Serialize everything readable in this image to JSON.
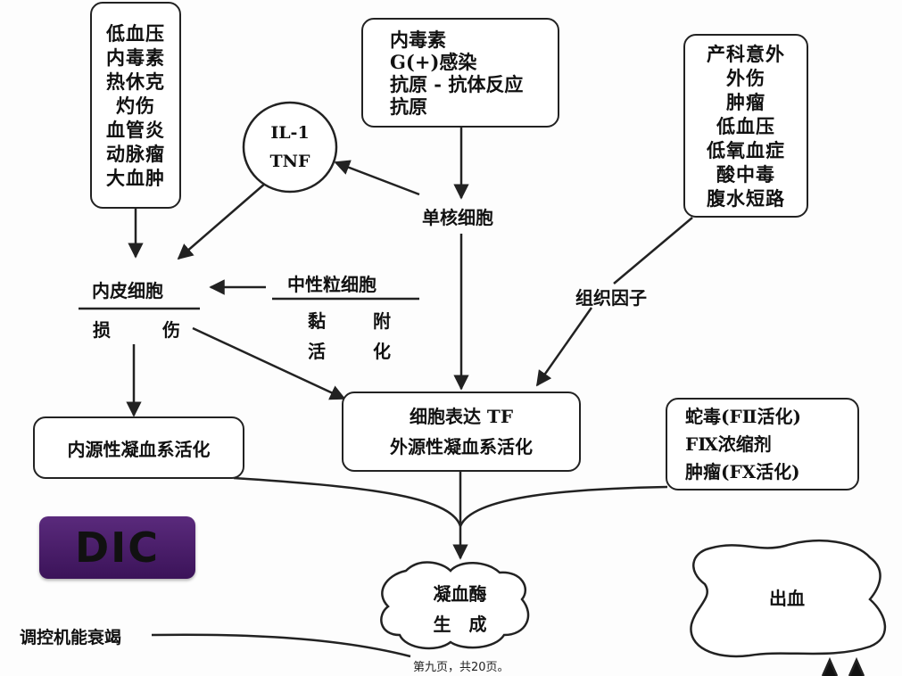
{
  "causes_left": [
    "低血压",
    "内毒素",
    "热休克",
    "灼伤",
    "血管炎",
    "动脉瘤",
    "大血肿"
  ],
  "causes_top": [
    "内毒素",
    "G(+)感染",
    "抗原 - 抗体反应",
    "抗原"
  ],
  "causes_right": [
    "产科意外",
    "外伤",
    "肿瘤",
    "低血压",
    "低氧血症",
    "酸中毒",
    "腹水短路"
  ],
  "cytokine": {
    "line1": "IL-1",
    "line2": "TNF"
  },
  "monocyte": "单核细胞",
  "endothelial": {
    "title": "内皮细胞",
    "sub_a": "损",
    "sub_b": "伤"
  },
  "neutrophil": {
    "title": "中性粒细胞",
    "a1": "黏",
    "a2": "附",
    "b1": "活",
    "b2": "化"
  },
  "tissue_factor": "组织因子",
  "intrinsic": "内源性凝血系活化",
  "extrinsic": {
    "line1": "细胞表达 TF",
    "line2": "外源性凝血系活化"
  },
  "venom": [
    "蛇毒(FⅡ活化)",
    "FⅨ浓缩剂",
    "肿瘤(FⅩ活化)"
  ],
  "thrombin": {
    "line1": "凝血酶",
    "line2": "生　成"
  },
  "bleeding": "出血",
  "regulation": "调控机能衰竭",
  "dic_label": "DIC",
  "footer": "第九页，共20页。"
}
